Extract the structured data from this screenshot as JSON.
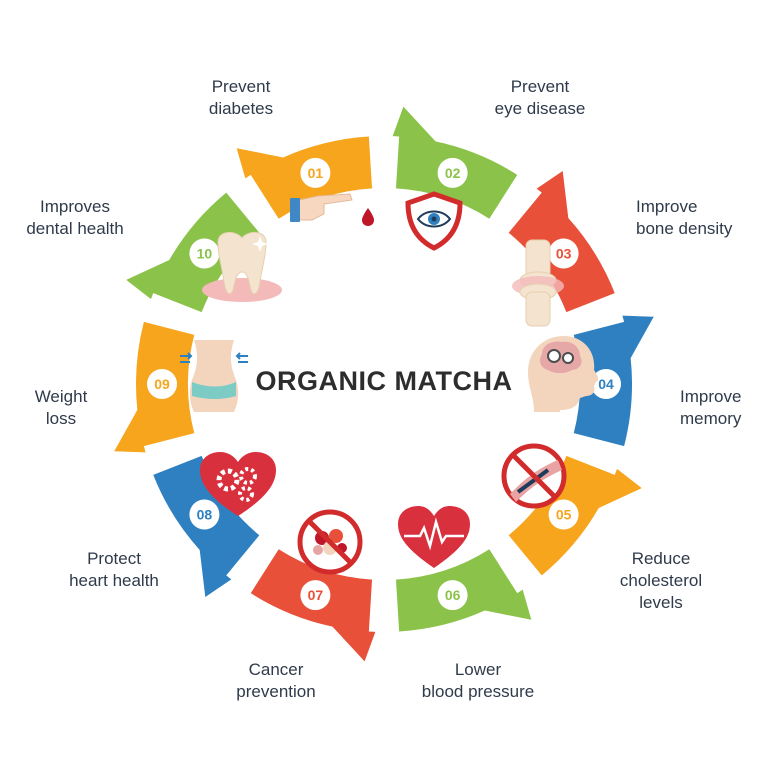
{
  "title": "ORGANIC MATCHA",
  "colors": {
    "orange": "#F6A51C",
    "green": "#8BC34A",
    "red": "#E8503A",
    "blue": "#2F80C0",
    "text": "#2F3A4A"
  },
  "benefits": [
    {
      "num": "01",
      "label": "Prevent\ndiabetes",
      "color": "#F6A51C",
      "icon": "finger-blood-drop-icon"
    },
    {
      "num": "02",
      "label": "Prevent\neye disease",
      "color": "#8BC34A",
      "icon": "eye-shield-icon"
    },
    {
      "num": "03",
      "label": "Improve\nbone density",
      "color": "#E8503A",
      "icon": "knee-joint-icon"
    },
    {
      "num": "04",
      "label": "Improve\nmemory",
      "color": "#2F80C0",
      "icon": "brain-head-icon"
    },
    {
      "num": "05",
      "label": "Reduce\ncholesterol levels",
      "color": "#F6A51C",
      "icon": "blocked-artery-icon"
    },
    {
      "num": "06",
      "label": "Lower\nblood pressure",
      "color": "#8BC34A",
      "icon": "heart-pulse-icon"
    },
    {
      "num": "07",
      "label": "Cancer\nprevention",
      "color": "#E8503A",
      "icon": "no-cancer-cells-icon"
    },
    {
      "num": "08",
      "label": "Protect\nheart health",
      "color": "#2F80C0",
      "icon": "heart-gears-icon"
    },
    {
      "num": "09",
      "label": "Weight\nloss",
      "color": "#F6A51C",
      "icon": "slim-waist-icon"
    },
    {
      "num": "10",
      "label": "Improves\ndental health",
      "color": "#8BC34A",
      "icon": "tooth-icon"
    }
  ]
}
